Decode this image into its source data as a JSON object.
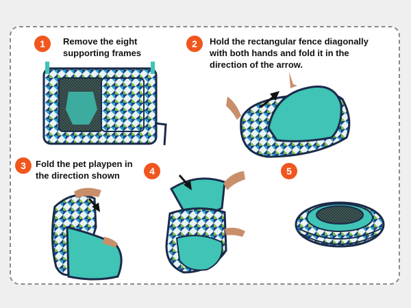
{
  "steps": [
    {
      "number": "1",
      "text": "Remove the eight\nsupporting frames"
    },
    {
      "number": "2",
      "text": "Hold the rectangular fence diagonally\nwith both hands and fold it in the\ndirection of  the arrow."
    },
    {
      "number": "3",
      "text": "Fold the pet playpen in\nthe direction shown"
    },
    {
      "number": "4",
      "text": ""
    },
    {
      "number": "5",
      "text": ""
    }
  ],
  "colors": {
    "badge": "#f0561e",
    "border": "#8a8a8a",
    "teal": "#3fc4b5",
    "navy": "#1f3f8a",
    "pattern_green": "#7bc043"
  },
  "icons": [
    "arrow-icon",
    "playpen-illustration",
    "hand-illustration"
  ]
}
